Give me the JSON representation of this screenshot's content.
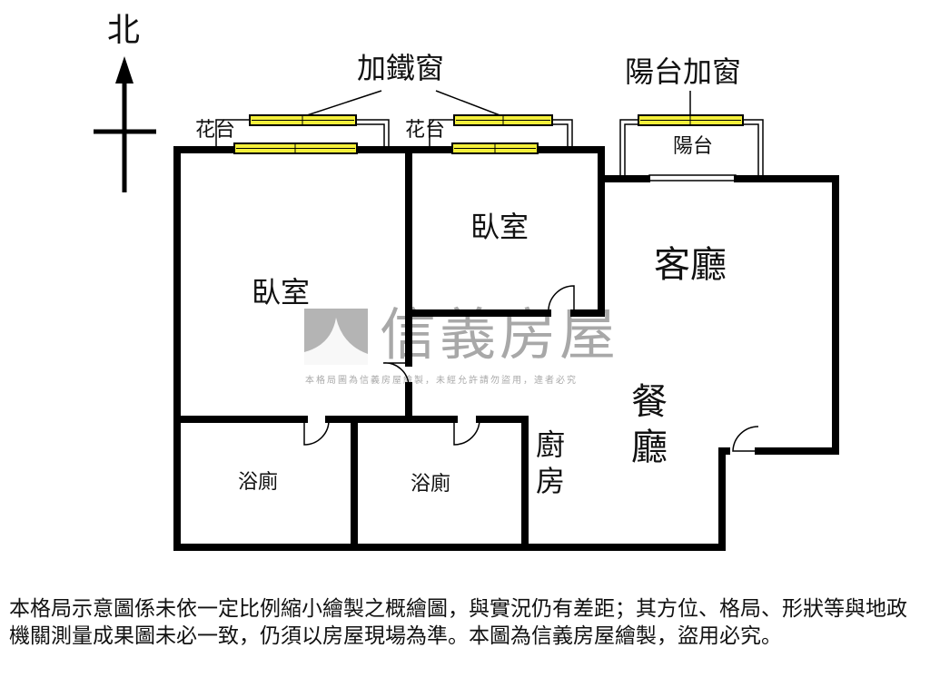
{
  "compass": {
    "north_label": "北"
  },
  "annotations": {
    "iron_window": "加鐵窗",
    "balcony_window": "陽台加窗",
    "planter_left": "花台",
    "planter_right": "花台",
    "balcony": "陽台"
  },
  "rooms": {
    "bedroom_large": "臥室",
    "bedroom_small": "臥室",
    "living_room": "客廳",
    "dining_room": "餐\n廳",
    "kitchen": "廚\n房",
    "bathroom_left": "浴廁",
    "bathroom_right": "浴廁"
  },
  "watermark": {
    "brand": "信義房屋",
    "notice": "本格局圖為信義房屋繪製，未經允許請勿盜用，違者必究"
  },
  "disclaimer": "本格局示意圖係未依一定比例縮小繪製之概繪圖，與實況仍有差距；其方位、格局、形狀等與地政機關測量成果圖未必一致，仍須以房屋現場為準。本圖為信義房屋繪製，盜用必究。",
  "colors": {
    "wall": "#000000",
    "window": "#f5f03a",
    "watermark": "#9a9a9a"
  }
}
